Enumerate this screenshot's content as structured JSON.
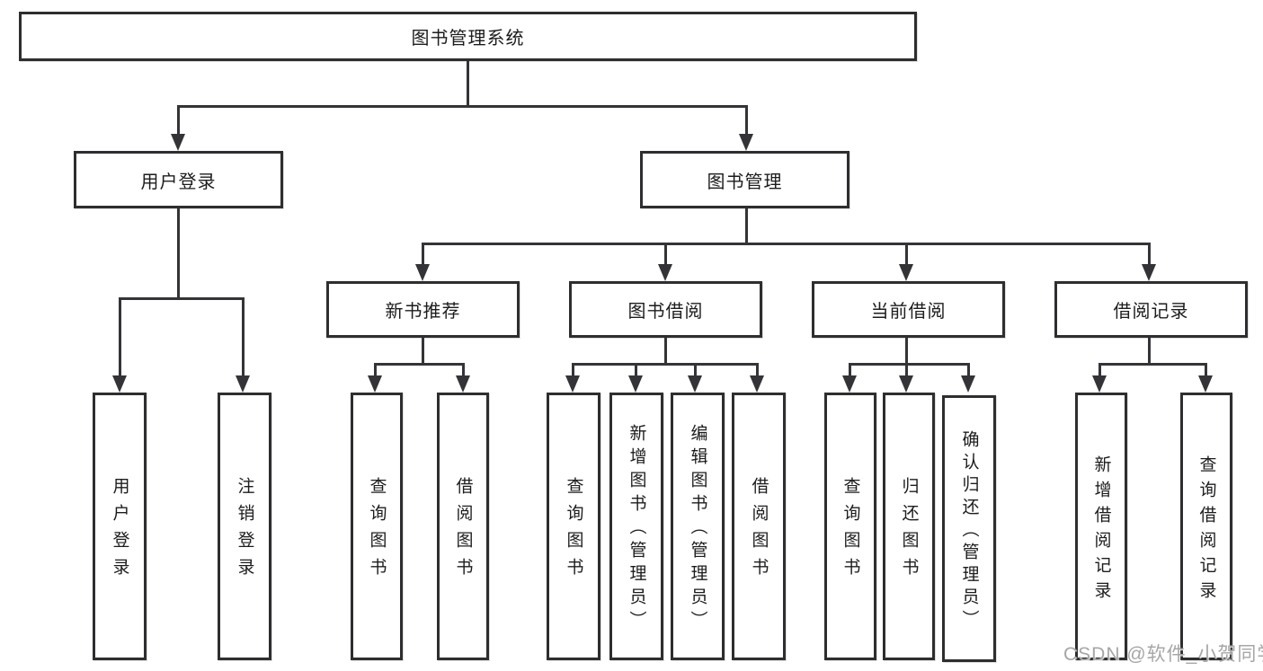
{
  "colors": {
    "background": "#ffffff",
    "box_border": "#2e2e30",
    "connector_line": "#343438",
    "node_text": "#1c1c1c",
    "watermark_text": "#a6a6a6"
  },
  "tree": {
    "root": {
      "label": "图书管理系统"
    },
    "branches": [
      {
        "label": "用户登录",
        "children": [
          {
            "label": "用户登录"
          },
          {
            "label": "注销登录"
          }
        ]
      },
      {
        "label": "图书管理",
        "children": [
          {
            "label": "新书推荐",
            "children": [
              {
                "label": "查询图书"
              },
              {
                "label": "借阅图书"
              }
            ]
          },
          {
            "label": "图书借阅",
            "children": [
              {
                "label": "查询图书"
              },
              {
                "label": "新增图书（管理员）"
              },
              {
                "label": "编辑图书（管理员）"
              },
              {
                "label": "借阅图书"
              }
            ]
          },
          {
            "label": "当前借阅",
            "children": [
              {
                "label": "查询图书"
              },
              {
                "label": "归还图书"
              },
              {
                "label": "确认归还（管理员）"
              }
            ]
          },
          {
            "label": "借阅记录",
            "children": [
              {
                "label": "新增借阅记录"
              },
              {
                "label": "查询借阅记录"
              }
            ]
          }
        ]
      }
    ]
  },
  "watermark": {
    "text": "CSDN @软件_小贺同学"
  }
}
